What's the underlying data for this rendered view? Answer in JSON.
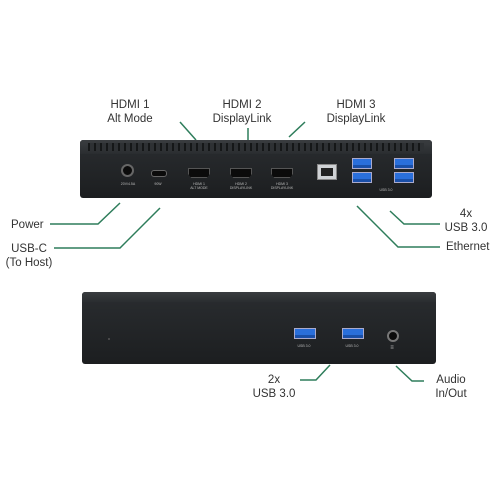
{
  "labels": {
    "hdmi1": "HDMI 1\nAlt Mode",
    "hdmi2": "HDMI 2\nDisplayLink",
    "hdmi3": "HDMI 3\nDisplayLink",
    "power": "Power",
    "usbc": "USB-C\n(To Host)",
    "usb3_rear": "4x\nUSB 3.0",
    "ethernet": "Ethernet",
    "usb3_front": "2x\nUSB 3.0",
    "audio": "Audio\nIn/Out"
  },
  "port_text": {
    "dc": "20V/4.5A",
    "usbc": "90W",
    "hdmi1": "HDMI 1\nALT MODE",
    "hdmi2": "HDMI 2\nDISPLAYLINK",
    "hdmi3": "HDMI 3\nDISPLAYLINK",
    "usb_group": "USB 3.0",
    "front_usb1": "USB 3.0",
    "front_usb2": "USB 3.0"
  },
  "colors": {
    "dock_body": "#1f2123",
    "usb_blue": "#2a6fdb",
    "line": "#2e7d5b"
  }
}
